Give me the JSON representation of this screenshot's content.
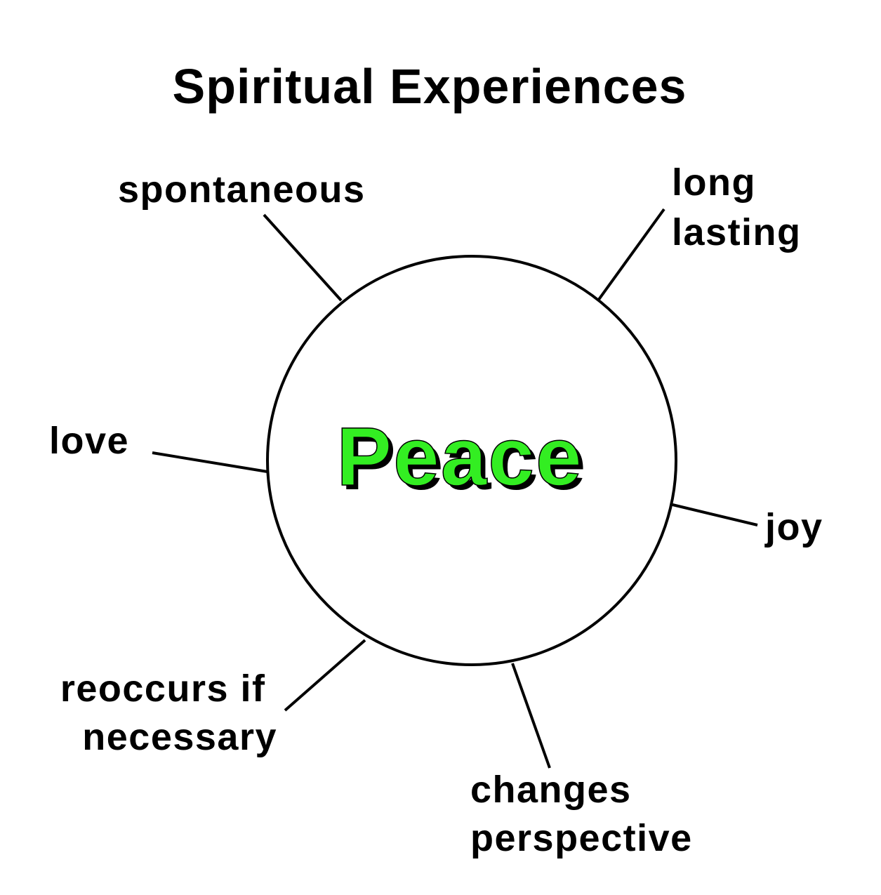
{
  "title": "Spiritual Experiences",
  "center": {
    "text": "Peace",
    "fill_color": "#33ee22",
    "shadow_color": "#000000"
  },
  "labels": {
    "spontaneous": "spontaneous",
    "long_lasting": [
      "long",
      "lasting"
    ],
    "love": "love",
    "joy": "joy",
    "reoccurs": [
      "reoccurs if",
      "necessary"
    ],
    "changes": [
      "changes",
      "perspective"
    ]
  }
}
